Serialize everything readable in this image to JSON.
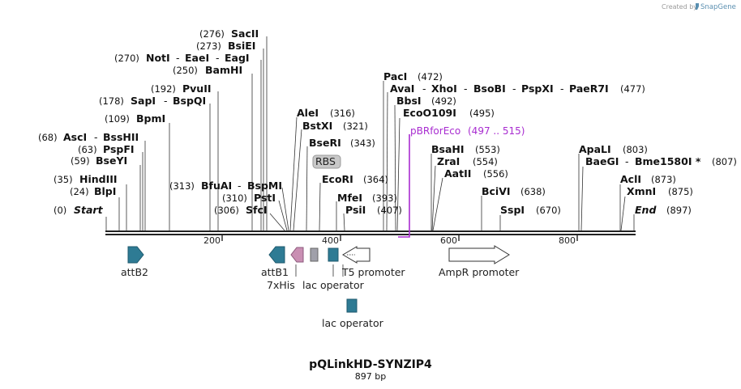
{
  "credit": {
    "prefix": "Created by",
    "brand": "SnapGene"
  },
  "map": {
    "title": "pQLinkHD-SYNZIP4",
    "length_label": "897 bp",
    "ticks": [
      "200",
      "400",
      "600",
      "800"
    ]
  },
  "sites": {
    "start": {
      "pos": "(0)",
      "name": "Start"
    },
    "end": {
      "name": "End",
      "pos": "(897)"
    },
    "blpi": {
      "pos": "(24)",
      "name": "BlpI"
    },
    "hindiii": {
      "pos": "(35)",
      "name": "HindIII"
    },
    "bseyi": {
      "pos": "(59)",
      "name": "BseYI"
    },
    "pspfi": {
      "pos": "(63)",
      "name": "PspFI"
    },
    "asci": {
      "pos": "(68)",
      "name": "AscI",
      "sep": "-",
      "name2": "BssHII"
    },
    "bpmi": {
      "pos": "(109)",
      "name": "BpmI"
    },
    "sapi": {
      "pos": "(178)",
      "name": "SapI",
      "sep": "-",
      "name2": "BspQI"
    },
    "pvuii": {
      "pos": "(192)",
      "name": "PvuII"
    },
    "bamhi": {
      "pos": "(250)",
      "name": "BamHI"
    },
    "noti": {
      "pos": "(270)",
      "name": "NotI",
      "sep": "-",
      "name2": "EaeI",
      "sep2": "-",
      "name3": "EagI"
    },
    "bsiei": {
      "pos": "(273)",
      "name": "BsiEI"
    },
    "sacii": {
      "pos": "(276)",
      "name": "SacII"
    },
    "bfuai": {
      "pos": "(313)",
      "name": "BfuAI",
      "sep": "-",
      "name2": "BspMI"
    },
    "psti": {
      "pos": "(310)",
      "name": "PstI"
    },
    "sfci": {
      "pos": "(306)",
      "name": "SfcI"
    },
    "alei": {
      "name": "AleI",
      "pos": "(316)"
    },
    "bstxi": {
      "name": "BstXI",
      "pos": "(321)"
    },
    "bseri": {
      "name": "BseRI",
      "pos": "(343)"
    },
    "ecori": {
      "name": "EcoRI",
      "pos": "(364)"
    },
    "mfei": {
      "name": "MfeI",
      "pos": "(393)"
    },
    "psii": {
      "name": "PsiI",
      "pos": "(407)"
    },
    "paci": {
      "name": "PacI",
      "pos": "(472)"
    },
    "avai": {
      "name": "AvaI",
      "sep": "-",
      "name2": "XhoI",
      "sep2": "-",
      "name3": "BsoBI",
      "sep3": "-",
      "name4": "PspXI",
      "sep4": "-",
      "name5": "PaeR7I",
      "pos": "(477)"
    },
    "bbsi": {
      "name": "BbsI",
      "pos": "(492)"
    },
    "ecoo109i": {
      "name": "EcoO109I",
      "pos": "(495)"
    },
    "bsahi": {
      "name": "BsaHI",
      "pos": "(553)"
    },
    "zrai": {
      "name": "ZraI",
      "pos": "(554)"
    },
    "aatii": {
      "name": "AatII",
      "pos": "(556)"
    },
    "bcivi": {
      "name": "BciVI",
      "pos": "(638)"
    },
    "sspi": {
      "name": "SspI",
      "pos": "(670)"
    },
    "apali": {
      "name": "ApaLI",
      "pos": "(803)"
    },
    "baegi": {
      "name": "BaeGI",
      "sep": "-",
      "name2": "Bme1580I *",
      "pos": "(807)"
    },
    "acli": {
      "name": "AclI",
      "pos": "(873)"
    },
    "xmni": {
      "name": "XmnI",
      "pos": "(875)"
    }
  },
  "primer": {
    "name": "pBRforEco",
    "range": "(497 .. 515)",
    "color": "#a82cd0"
  },
  "features": {
    "rbs": "RBS",
    "attb2": "attB2",
    "attb1": "attB1",
    "his": "7xHis",
    "lacop1": "lac operator",
    "t5": "T5 promoter",
    "ampr": "AmpR promoter",
    "lacop2": "lac operator"
  },
  "colors": {
    "teal": "#2e7b94",
    "pink": "#c98fb3",
    "gray": "#a0a0aa",
    "rbs_fill": "#c8c8c8"
  }
}
